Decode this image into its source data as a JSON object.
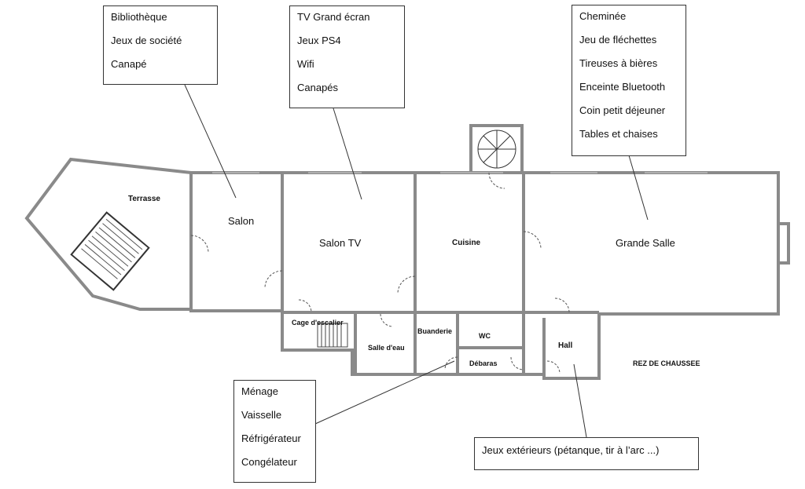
{
  "callouts": {
    "salon_box": [
      "Bibliothèque",
      "Jeux de société",
      "Canapé"
    ],
    "salon_tv_box": [
      "TV Grand écran",
      "Jeux PS4",
      "Wifi",
      "Canapés"
    ],
    "grande_salle_box": [
      "Cheminée",
      "Jeu de fléchettes",
      "Tireuses à bières",
      "Enceinte Bluetooth",
      "Coin petit déjeuner",
      "Tables et chaises"
    ],
    "cuisine_box": [
      "Ménage",
      "Vaisselle",
      "Réfrigérateur",
      "Congélateur"
    ],
    "hall_box": [
      "Jeux extérieurs (pétanque, tir à l’arc ...)"
    ]
  },
  "rooms": {
    "terrasse": "Terrasse",
    "salon": "Salon",
    "salon_tv": "Salon TV",
    "cuisine": "Cuisine",
    "grande_salle": "Grande Salle",
    "cage_escalier": "Cage d'escalier",
    "salle_eau": "Salle d'eau",
    "buanderie": "Buanderie",
    "wc": "WC",
    "debaras": "Débaras",
    "hall": "Hall"
  },
  "floor_label": "REZ DE CHAUSSEE",
  "colors": {
    "wall": "#8a8a8a",
    "wall_fill": "#f4f4f4",
    "line": "#333333"
  }
}
